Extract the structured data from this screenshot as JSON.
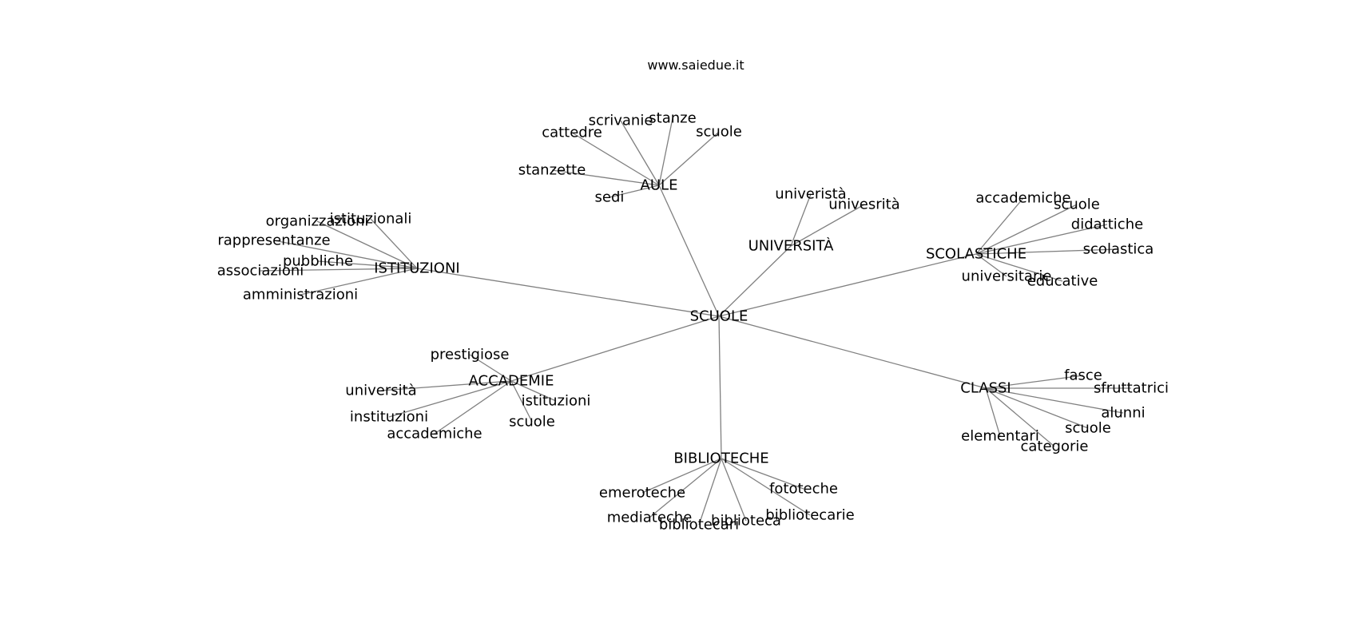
{
  "source_label": "www.saiedue.it",
  "edge_color": "#808080",
  "text_color": "#000000",
  "graph": {
    "root": "SCUOLE",
    "groups": [
      {
        "label": "AULE",
        "leaves": [
          "scrivanie",
          "stanze",
          "cattedre",
          "scuole",
          "stanzette",
          "sedi"
        ]
      },
      {
        "label": "UNIVERSITÀ",
        "leaves": [
          "univeristà",
          "univesrità"
        ]
      },
      {
        "label": "SCOLASTICHE",
        "leaves": [
          "accademiche",
          "scuole",
          "didattiche",
          "scolastica",
          "universitarie",
          "educative"
        ]
      },
      {
        "label": "ISTITUZIONI",
        "leaves": [
          "istituzionali",
          "organizzazioni",
          "rappresentanze",
          "pubbliche",
          "associazioni",
          "amministrazioni"
        ]
      },
      {
        "label": "ACCADEMIE",
        "leaves": [
          "prestigiose",
          "università",
          "istituzioni",
          "instituzioni",
          "scuole",
          "accademiche"
        ]
      },
      {
        "label": "CLASSI",
        "leaves": [
          "fasce",
          "sfruttatrici",
          "alunni",
          "scuole",
          "elementari",
          "categorie"
        ]
      },
      {
        "label": "BIBLIOTECHE",
        "leaves": [
          "fototeche",
          "emeroteche",
          "mediateche",
          "bibliotecarie",
          "biblioteca",
          "bibliotecari"
        ]
      }
    ]
  }
}
